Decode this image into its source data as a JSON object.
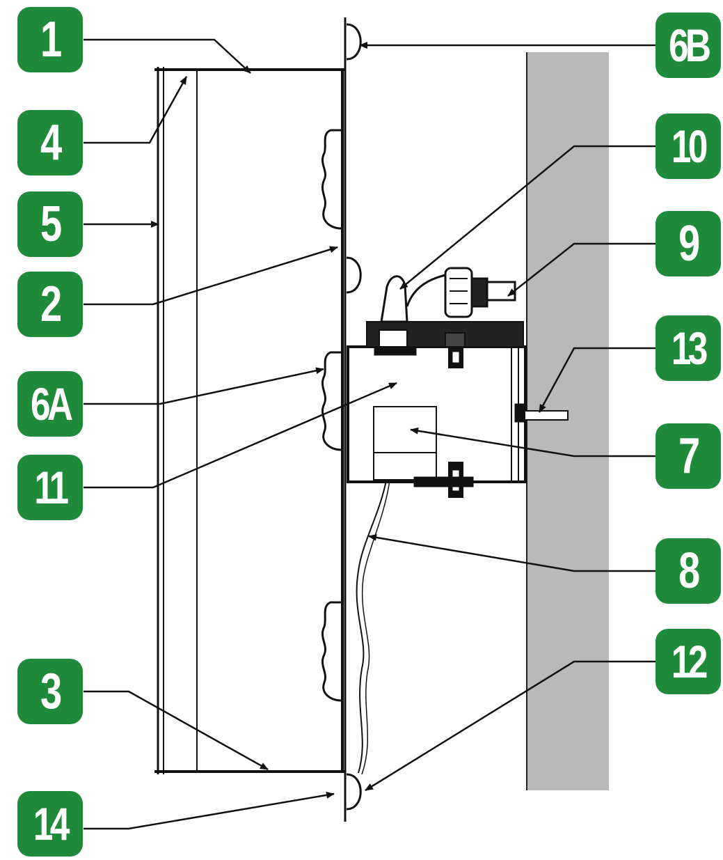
{
  "colors": {
    "badge": "#1e8a3a",
    "line": "#111111",
    "wall": "#b9b9b9"
  },
  "callouts": [
    {
      "id": "1",
      "label": "1"
    },
    {
      "id": "4",
      "label": "4"
    },
    {
      "id": "5",
      "label": "5"
    },
    {
      "id": "2",
      "label": "2"
    },
    {
      "id": "6A",
      "label": "6A"
    },
    {
      "id": "11",
      "label": "11"
    },
    {
      "id": "3",
      "label": "3"
    },
    {
      "id": "14",
      "label": "14"
    },
    {
      "id": "6B",
      "label": "6B"
    },
    {
      "id": "10",
      "label": "10"
    },
    {
      "id": "9",
      "label": "9"
    },
    {
      "id": "13",
      "label": "13"
    },
    {
      "id": "7",
      "label": "7"
    },
    {
      "id": "8",
      "label": "8"
    },
    {
      "id": "12",
      "label": "12"
    }
  ]
}
